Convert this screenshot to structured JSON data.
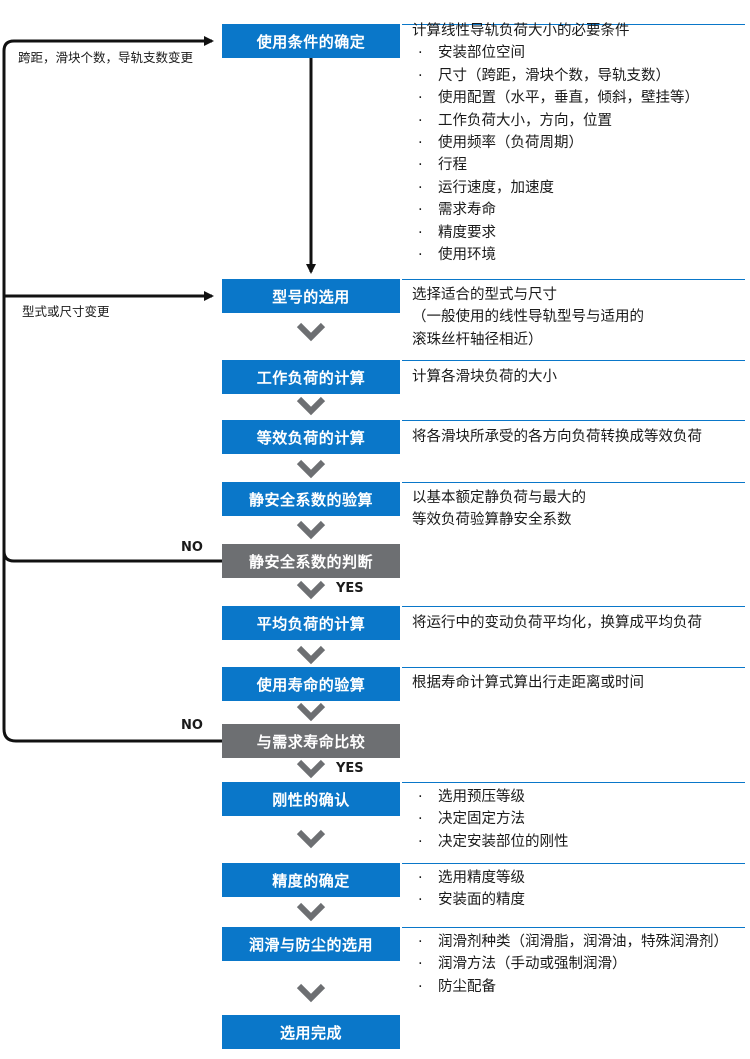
{
  "steps": [
    {
      "label": "使用条件的确定",
      "kind": "process"
    },
    {
      "label": "型号的选用",
      "kind": "process"
    },
    {
      "label": "工作负荷的计算",
      "kind": "process"
    },
    {
      "label": "等效负荷的计算",
      "kind": "process"
    },
    {
      "label": "静安全系数的验算",
      "kind": "process"
    },
    {
      "label": "静安全系数的判断",
      "kind": "decision"
    },
    {
      "label": "平均负荷的计算",
      "kind": "process"
    },
    {
      "label": "使用寿命的验算",
      "kind": "process"
    },
    {
      "label": "与需求寿命比较",
      "kind": "decision"
    },
    {
      "label": "刚性的确认",
      "kind": "process"
    },
    {
      "label": "精度的确定",
      "kind": "process"
    },
    {
      "label": "润滑与防尘的选用",
      "kind": "process"
    },
    {
      "label": "选用完成",
      "kind": "process"
    }
  ],
  "descriptions": {
    "conditions": {
      "title": "计算线性导轨负荷大小的必要条件",
      "items": [
        "安装部位空间",
        "尺寸（跨距，滑块个数，导轨支数）",
        "使用配置（水平，垂直，倾斜，壁挂等）",
        "工作负荷大小，方向，位置",
        "使用频率（负荷周期）",
        "行程",
        "运行速度，加速度",
        "需求寿命",
        "精度要求",
        "使用环境"
      ]
    },
    "model": [
      "选择适合的型式与尺寸",
      "（一般使用的线性导轨型号与适用的",
      "滚珠丝杆轴径相近）"
    ],
    "work_load": "计算各滑块负荷的大小",
    "equiv_load": "将各滑块所承受的各方向负荷转换成等效负荷",
    "static_check": [
      "以基本额定静负荷与最大的",
      "等效负荷验算静安全系数"
    ],
    "avg_load": "将运行中的变动负荷平均化，换算成平均负荷",
    "life_check": "根据寿命计算式算出行走距离或时间",
    "rigidity": [
      "选用预压等级",
      "决定固定方法",
      "决定安装部位的刚性"
    ],
    "precision": [
      "选用精度等级",
      "安装面的精度"
    ],
    "lubrication": [
      "润滑剂种类（润滑脂，润滑油，特殊润滑剂）",
      "润滑方法（手动或强制润滑）",
      "防尘配备"
    ]
  },
  "bullet_char": "·",
  "loop_labels": {
    "top": "跨距，滑块个数，导轨支数变更",
    "mid": "型式或尺寸变更"
  },
  "branch_labels": {
    "no": "NO",
    "yes": "YES"
  },
  "colors": {
    "step": "#0a77c9",
    "decision": "#6d6f72",
    "arrow": "#6d6f72",
    "line": "#111111",
    "separator": "#0a77c9"
  }
}
